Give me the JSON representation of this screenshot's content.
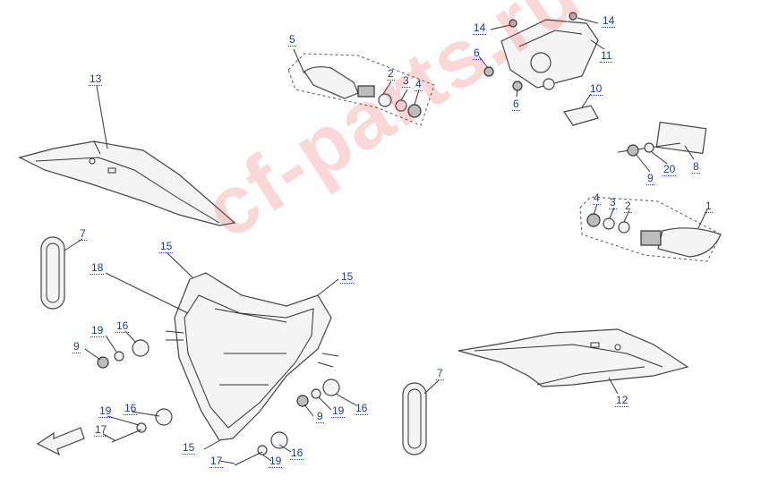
{
  "watermark": "cf-parts.ru",
  "callouts": [
    {
      "id": "c13",
      "text": "13"
    },
    {
      "id": "c5",
      "text": "5"
    },
    {
      "id": "c2a",
      "text": "2"
    },
    {
      "id": "c3a",
      "text": "3"
    },
    {
      "id": "c4a",
      "text": "4"
    },
    {
      "id": "c14a",
      "text": "14"
    },
    {
      "id": "c14b",
      "text": "14"
    },
    {
      "id": "c6a",
      "text": "6"
    },
    {
      "id": "c11",
      "text": "11"
    },
    {
      "id": "c6b",
      "text": "6"
    },
    {
      "id": "c10",
      "text": "10"
    },
    {
      "id": "c9a",
      "text": "9"
    },
    {
      "id": "c20",
      "text": "20"
    },
    {
      "id": "c8",
      "text": "8"
    },
    {
      "id": "c4b",
      "text": "4"
    },
    {
      "id": "c3b",
      "text": "3"
    },
    {
      "id": "c2b",
      "text": "2"
    },
    {
      "id": "c1",
      "text": "1"
    },
    {
      "id": "c7a",
      "text": "7"
    },
    {
      "id": "c15a",
      "text": "15"
    },
    {
      "id": "c18",
      "text": "18"
    },
    {
      "id": "c15b",
      "text": "15"
    },
    {
      "id": "c19a",
      "text": "19"
    },
    {
      "id": "c16a",
      "text": "16"
    },
    {
      "id": "c9b",
      "text": "9"
    },
    {
      "id": "c12",
      "text": "12"
    },
    {
      "id": "c7b",
      "text": "7"
    },
    {
      "id": "c9c",
      "text": "9"
    },
    {
      "id": "c19b",
      "text": "19"
    },
    {
      "id": "c16b",
      "text": "16"
    },
    {
      "id": "c19c",
      "text": "19"
    },
    {
      "id": "c16c",
      "text": "16"
    },
    {
      "id": "c17a",
      "text": "17"
    },
    {
      "id": "c15c",
      "text": "15"
    },
    {
      "id": "c17b",
      "text": "17"
    },
    {
      "id": "c19d",
      "text": "19"
    },
    {
      "id": "c16d",
      "text": "16"
    }
  ]
}
